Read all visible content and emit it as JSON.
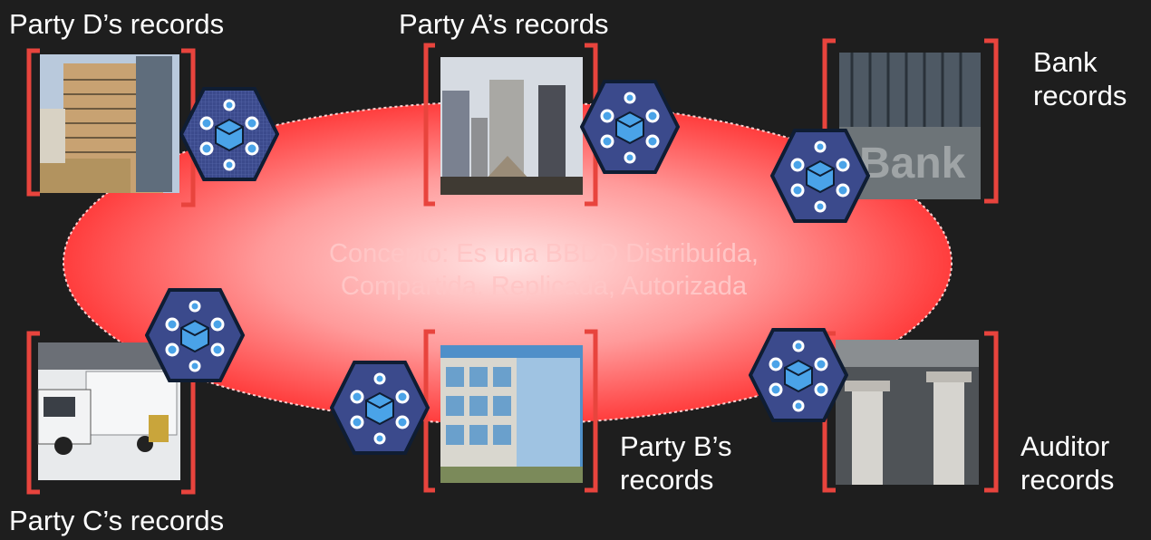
{
  "center_text": [
    "Concepto: Es una BBDD Distribuída,",
    "Compartida, Replicada, Autorizada"
  ],
  "labels": {
    "party_d": "Party D’s records",
    "party_a": "Party A’s records",
    "bank": [
      "Bank",
      "records"
    ],
    "party_c": "Party C’s records",
    "party_b": [
      "Party B’s",
      "records"
    ],
    "auditor": [
      "Auditor",
      "records"
    ]
  },
  "photo_text": {
    "bank_sign": "Bank"
  },
  "colors": {
    "background": "#1e1e1e",
    "ellipse_core": "#ffd4d4",
    "ellipse_edge": "#ff3b3b",
    "bracket": "#e8443d",
    "node_fill": "#3b4a8c",
    "node_stroke": "#0f1d33",
    "cube": "#4aa3e8"
  },
  "icons": [
    "ledger-node-icon",
    "cube-icon",
    "bracket-icon"
  ]
}
